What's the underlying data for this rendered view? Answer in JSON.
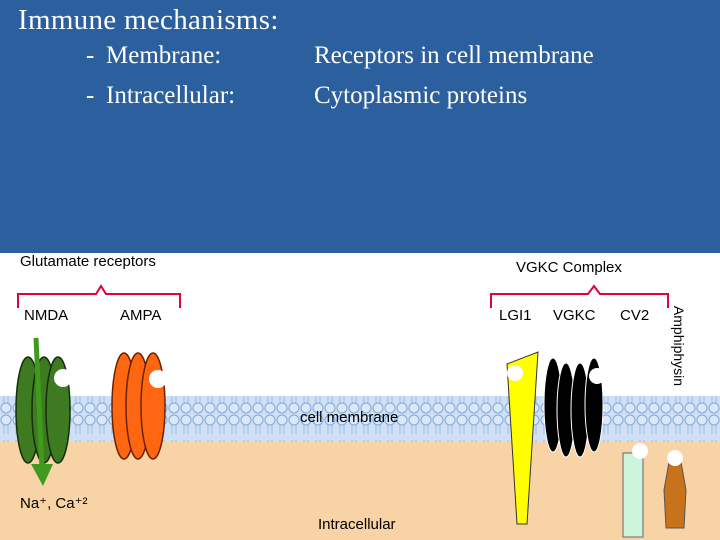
{
  "title": "Immune mechanisms:",
  "bullets": [
    {
      "dash": "-",
      "term": "Membrane:",
      "desc": "Receptors in cell membrane"
    },
    {
      "dash": "-",
      "term": "Intracellular:",
      "desc": "Cytoplasmic proteins"
    }
  ],
  "diagram": {
    "glutamate_label": "Glutamate receptors",
    "vgkc_complex_label": "VGKC Complex",
    "nmda_label": "NMDA",
    "ampa_label": "AMPA",
    "lgi1_label": "LGI1",
    "vgkc_label": "VGKC",
    "cv2_label": "CV2",
    "amphiphysin_label": "Amphiphysin",
    "membrane_label": "cell membrane",
    "intracellular_label": "Intracellular",
    "ions_label": "Na⁺, Ca⁺²",
    "colors": {
      "header": "#2b5f9e",
      "cytoplasm": "#f8d3a6",
      "membrane": "#cfe0f6",
      "nmda": "#3e7a1f",
      "ampa": "#ff6611",
      "lgi1": "#ffff00",
      "vgkc": "#000000",
      "cv2": "#ccf5dc",
      "amphiphysin": "#c9721c"
    }
  }
}
